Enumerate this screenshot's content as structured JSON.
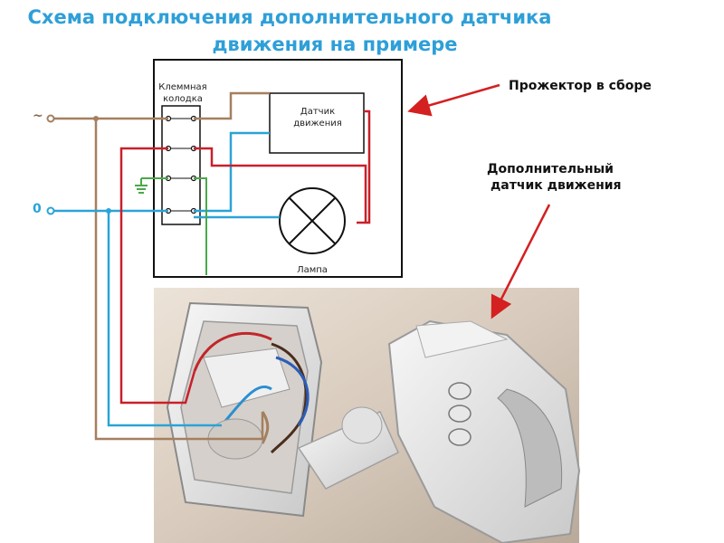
{
  "title": {
    "line1": "Схема подключения дополнительного датчика",
    "line2": "движения на примере"
  },
  "labels": {
    "terminal_block": "Клеммная колодка",
    "terminal_block_l1": "Клеммная",
    "terminal_block_l2": "колодка",
    "motion_sensor_l1": "Датчик",
    "motion_sensor_l2": "движения",
    "lamp": "Лампа",
    "phase": "~",
    "neutral": "0"
  },
  "callouts": {
    "projector": "Прожектор в сборе",
    "extra_sensor_l1": "Дополнительный",
    "extra_sensor_l2": "датчик движения"
  },
  "colors": {
    "title": "#2e9fd8",
    "phase_wire": "#a57f5f",
    "neutral_wire": "#2aa3d8",
    "load_wire": "#c8202a",
    "ground_wire": "#4aa84a",
    "arrow": "#d42020"
  }
}
